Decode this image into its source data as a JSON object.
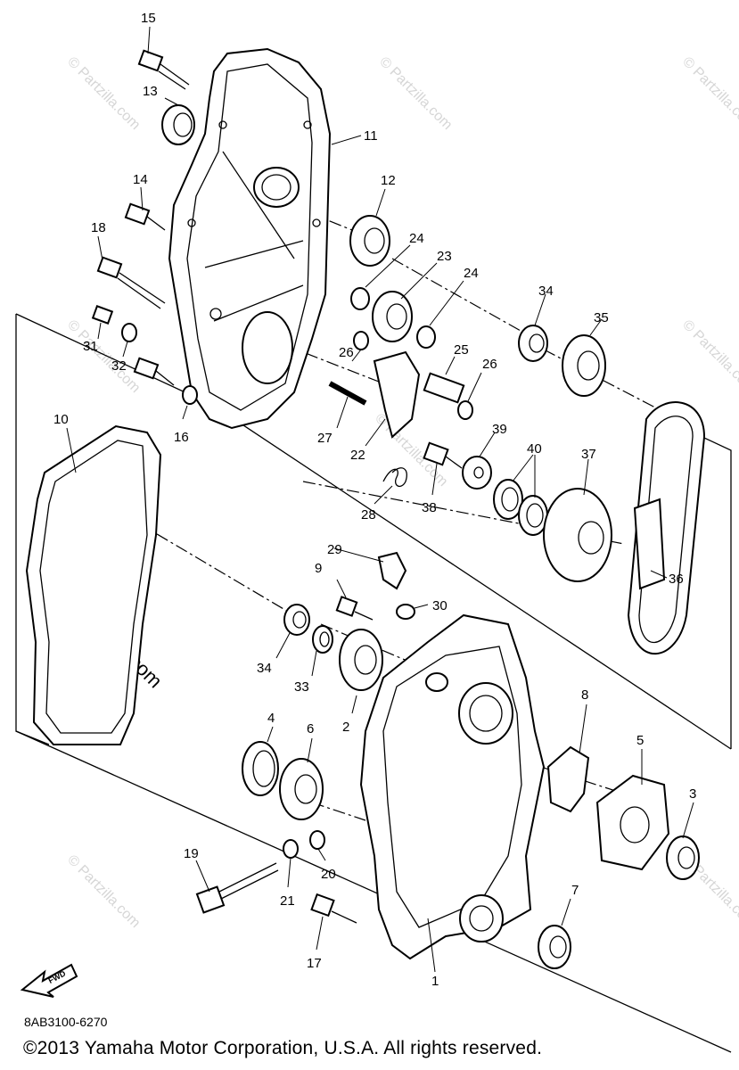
{
  "diagram": {
    "labels": [
      "1",
      "2",
      "3",
      "4",
      "5",
      "6",
      "7",
      "8",
      "9",
      "10",
      "11",
      "12",
      "13",
      "14",
      "15",
      "16",
      "17",
      "18",
      "19",
      "20",
      "21",
      "22",
      "23",
      "24",
      "25",
      "26",
      "27",
      "28",
      "29",
      "30",
      "31",
      "32",
      "33",
      "34",
      "35",
      "36",
      "37",
      "38",
      "39",
      "40"
    ],
    "watermark": "© Partzilla.com",
    "fwd_arrow_text": "FWD"
  },
  "footer": {
    "diagram_code": "8AB3100-6270",
    "copyright": "©2013 Yamaha Motor Corporation, U.S.A. All rights reserved."
  }
}
